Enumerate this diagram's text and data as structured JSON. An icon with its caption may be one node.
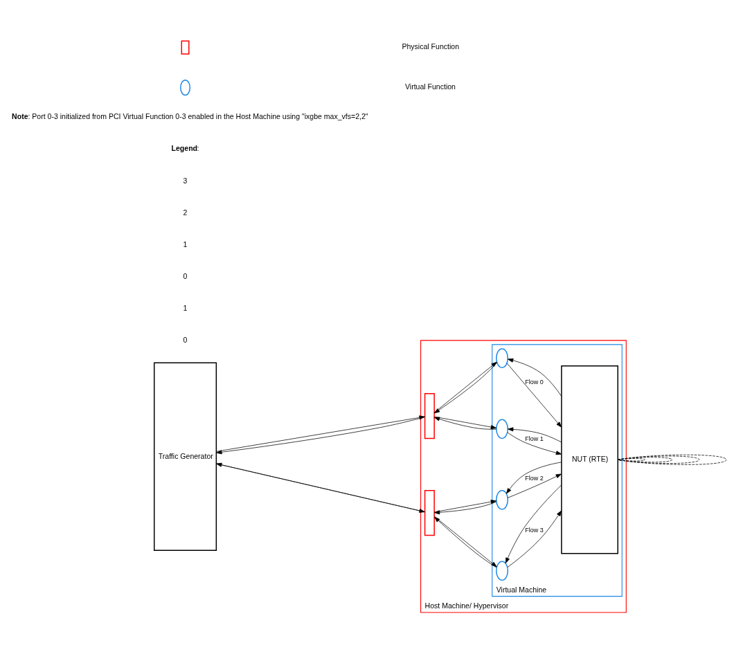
{
  "diagram": {
    "nodes": [
      {
        "text": [
          "Traffic Generator"
        ]
      },
      {
        "text": [
          "Host Machine/ Hypervisor"
        ]
      },
      {
        "text": [
          "Virtual Machine"
        ],
        "in": 1
      },
      {
        "text": [
          "NUT (RTE)"
        ],
        "in": 2
      },
      {
        "text": [],
        "shape": "box",
        "in": 1
      },
      {
        "text": [],
        "shape": "box",
        "in": 1
      },
      {
        "text": [],
        "shape": "ellipse",
        "in": 2
      },
      {
        "text": [],
        "shape": "ellipse",
        "in": 2
      },
      {
        "text": [],
        "shape": "ellipse",
        "in": 2
      },
      {
        "text": [],
        "shape": "ellipse",
        "in": 2
      }
    ],
    "edges": [
      {
        "from": 0,
        "to": 4,
        "arrow": "to"
      },
      {
        "from": 4,
        "to": 0,
        "arrow": "to"
      },
      {
        "from": 0,
        "to": 5,
        "arrow": "to"
      },
      {
        "from": 5,
        "to": 0,
        "arrow": "to"
      },
      {
        "from": 4,
        "to": 6,
        "arrow": "to"
      },
      {
        "from": 6,
        "to": 3,
        "arrow": "to",
        "label": "Flow 0"
      },
      {
        "from": 3,
        "to": 6,
        "arrow": "to"
      },
      {
        "from": 6,
        "to": 4,
        "arrow": "to"
      },
      {
        "from": 4,
        "to": 7,
        "arrow": "to"
      },
      {
        "from": 7,
        "to": 3,
        "arrow": "to",
        "label": "Flow 1"
      },
      {
        "from": 3,
        "to": 7,
        "arrow": "to"
      },
      {
        "from": 7,
        "to": 4,
        "arrow": "to"
      },
      {
        "from": 5,
        "to": 8,
        "arrow": "to"
      },
      {
        "from": 8,
        "to": 3,
        "arrow": "to",
        "label": "Flow 2"
      },
      {
        "from": 3,
        "to": 8,
        "arrow": "to"
      },
      {
        "from": 8,
        "to": 5,
        "arrow": "to"
      },
      {
        "from": 5,
        "to": 9,
        "arrow": "to"
      },
      {
        "from": 9,
        "to": 3,
        "arrow": "to",
        "label": "Flow 3"
      },
      {
        "from": 3,
        "to": 9,
        "arrow": "to"
      },
      {
        "from": 9,
        "to": 5,
        "arrow": "to"
      },
      {
        "from": 3,
        "to": 3,
        "arrow": "none",
        "style": "dashed"
      },
      {
        "from": 3,
        "to": 3,
        "arrow": "none",
        "style": "dashed"
      },
      {
        "from": 3,
        "to": 3,
        "arrow": "none",
        "style": "dashed"
      },
      {
        "from": 3,
        "to": 3,
        "arrow": "none",
        "style": "dashed"
      }
    ],
    "labels": [
      "0",
      "1",
      "0",
      "1",
      "2",
      "3",
      "**Legend**:",
      "**Note**: Port 0-3 initialized from PCI Virtual Function 0-3 enabled in the Host Machine using \"ixgbe max_vfs=2,2\""
    ],
    "legend": [
      {
        "text": "Physical Function"
      },
      {
        "text": "Virtual Function"
      }
    ]
  }
}
